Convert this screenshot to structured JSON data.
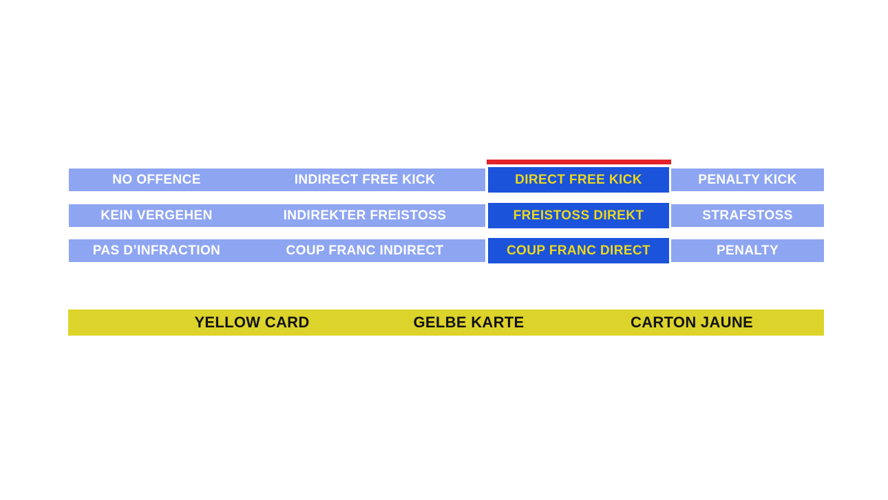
{
  "colors": {
    "background": "#FFFFFF",
    "answer_cell_blue": "#8EA5F2",
    "selected_cell_blue": "#1C53DB",
    "selected_indicator_red": "#E3222A",
    "card_bar_yellow": "#DCD32B",
    "selected_text_yellow": "#EBD81F",
    "answer_text": "#FFFFFF",
    "card_bar_text": "#131313"
  },
  "answer_table": {
    "selected_column_index": 2,
    "selected_answer": "DIRECT FREE KICK",
    "rows": [
      {
        "language": "English",
        "cells": [
          "NO OFFENCE",
          "INDIRECT FREE KICK",
          "DIRECT FREE KICK",
          "PENALTY KICK"
        ]
      },
      {
        "language": "German",
        "cells": [
          "KEIN VERGEHEN",
          "INDIREKTER FREISTOSS",
          "FREISTOSS DIREKT",
          "STRAFSTOSS"
        ]
      },
      {
        "language": "French",
        "cells": [
          "PAS D’INFRACTION",
          "COUP FRANC INDIRECT",
          "COUP FRANC DIRECT",
          "PENALTY"
        ]
      }
    ]
  },
  "card_bar": {
    "labels": [
      "YELLOW CARD",
      "GELBE KARTE",
      "CARTON JAUNE"
    ]
  }
}
